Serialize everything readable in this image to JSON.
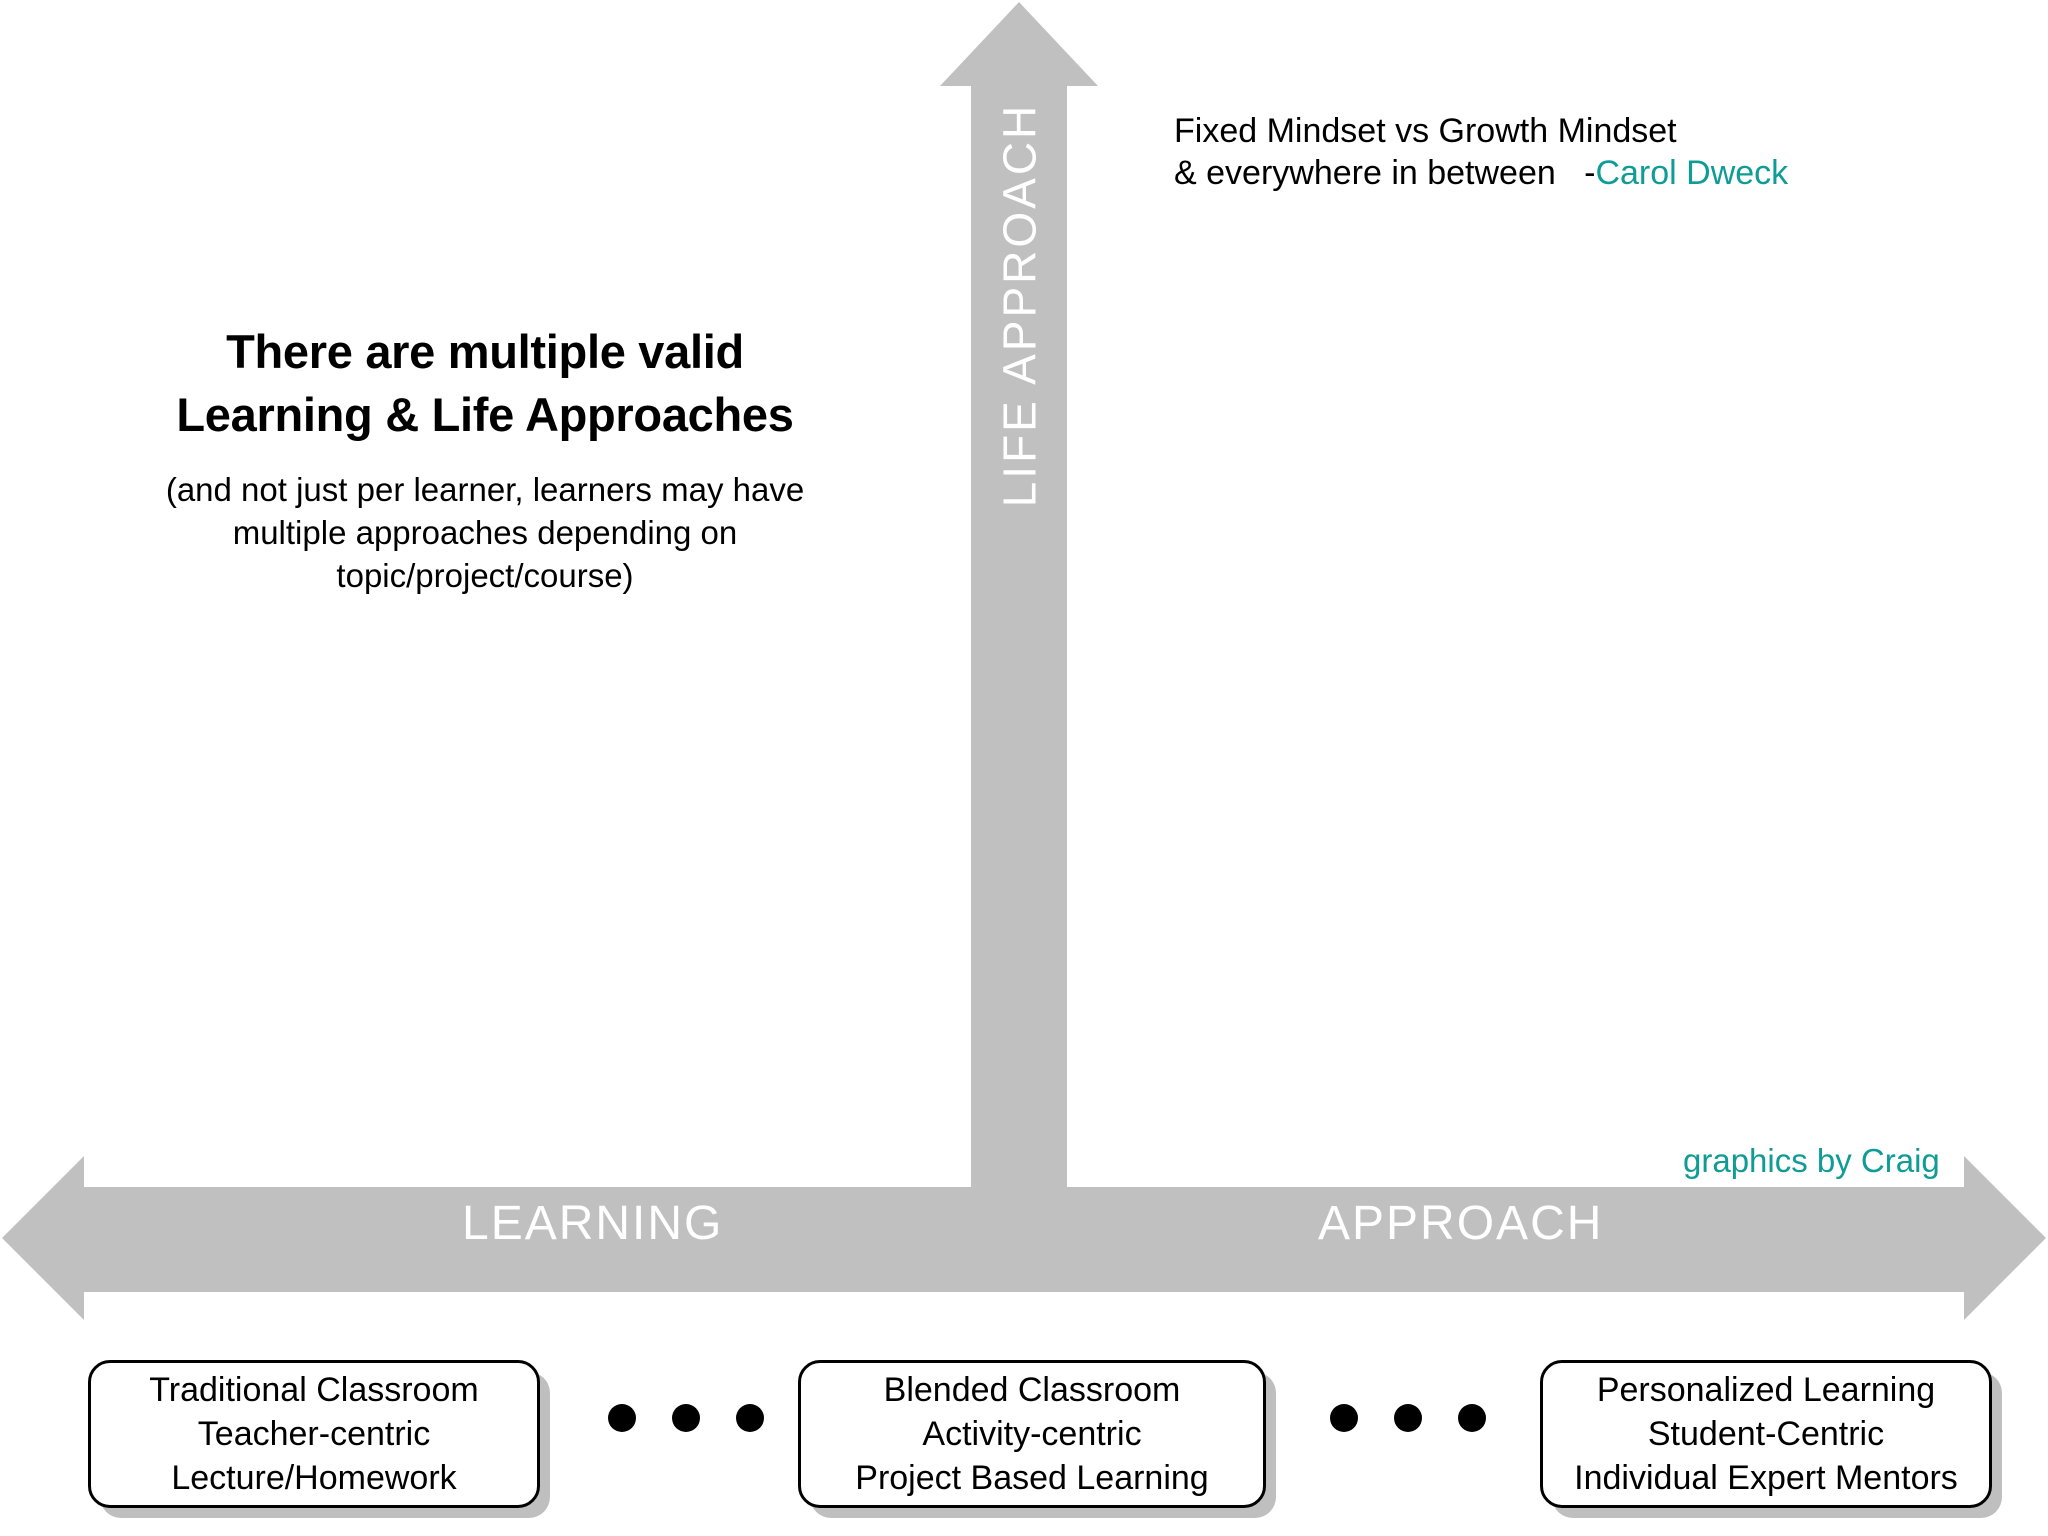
{
  "colors": {
    "arrow_gray": "#c0c0c0",
    "teal": "#0f9c96",
    "box_border": "#000000",
    "box_shadow": "#bfbfbf",
    "background": "#ffffff",
    "axis_label_text": "#ffffff"
  },
  "axes": {
    "vertical": {
      "label": "LIFE   APPROACH",
      "direction": "up",
      "color": "#c0c0c0"
    },
    "horizontal": {
      "label_left": "LEARNING",
      "label_right": "APPROACH",
      "direction": "both",
      "color": "#c0c0c0"
    }
  },
  "headline": {
    "title_line1": "There are multiple valid",
    "title_line2": "Learning  & Life Approaches",
    "note_line1": "(and not just per learner, learners may have",
    "note_line2": "multiple approaches depending on",
    "note_line3": "topic/project/course)"
  },
  "annotation": {
    "line1": "Fixed Mindset vs Growth Mindset",
    "line2": "& everywhere in between",
    "dash": "-",
    "attribution": "Carol Dweck"
  },
  "credit": {
    "text": "graphics by Craig"
  },
  "approach_boxes": [
    {
      "id": "traditional",
      "line1": "Traditional Classroom",
      "line2": "Teacher-centric",
      "line3": "Lecture/Homework"
    },
    {
      "id": "blended",
      "line1": "Blended Classroom",
      "line2": "Activity-centric",
      "line3": "Project Based Learning"
    },
    {
      "id": "personalized",
      "line1": "Personalized Learning",
      "line2": "Student-Centric",
      "line3": "Individual Expert Mentors"
    }
  ],
  "ellipsis": {
    "dot_count": 3,
    "groups": 2
  }
}
